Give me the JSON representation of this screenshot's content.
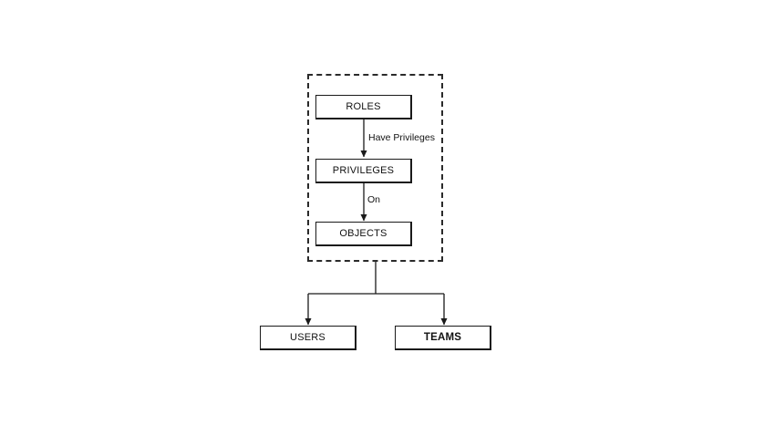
{
  "diagram": {
    "nodes": {
      "roles": "ROLES",
      "privileges": "PRIVILEGES",
      "objects": "OBJECTS",
      "users": "USERS",
      "teams": "TEAMS"
    },
    "edges": {
      "roles_to_privileges": "Have Privileges",
      "privileges_to_objects": "On"
    },
    "colors": {
      "stroke": "#1a1a1a",
      "background": "#ffffff"
    }
  }
}
